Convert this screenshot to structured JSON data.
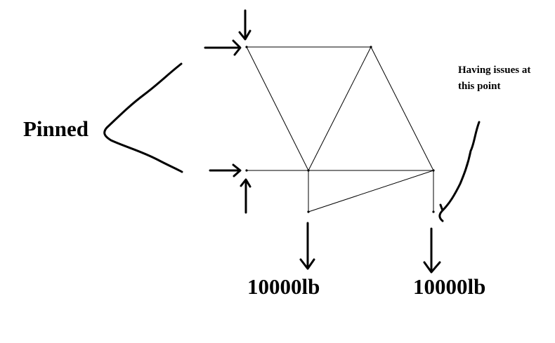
{
  "labels": {
    "support": "Pinned",
    "load_left": "10000lb",
    "load_right": "10000lb",
    "note_line1": "Having issues at",
    "note_line2": "this point"
  },
  "colors": {
    "ink": "#000000",
    "background": "#ffffff"
  }
}
